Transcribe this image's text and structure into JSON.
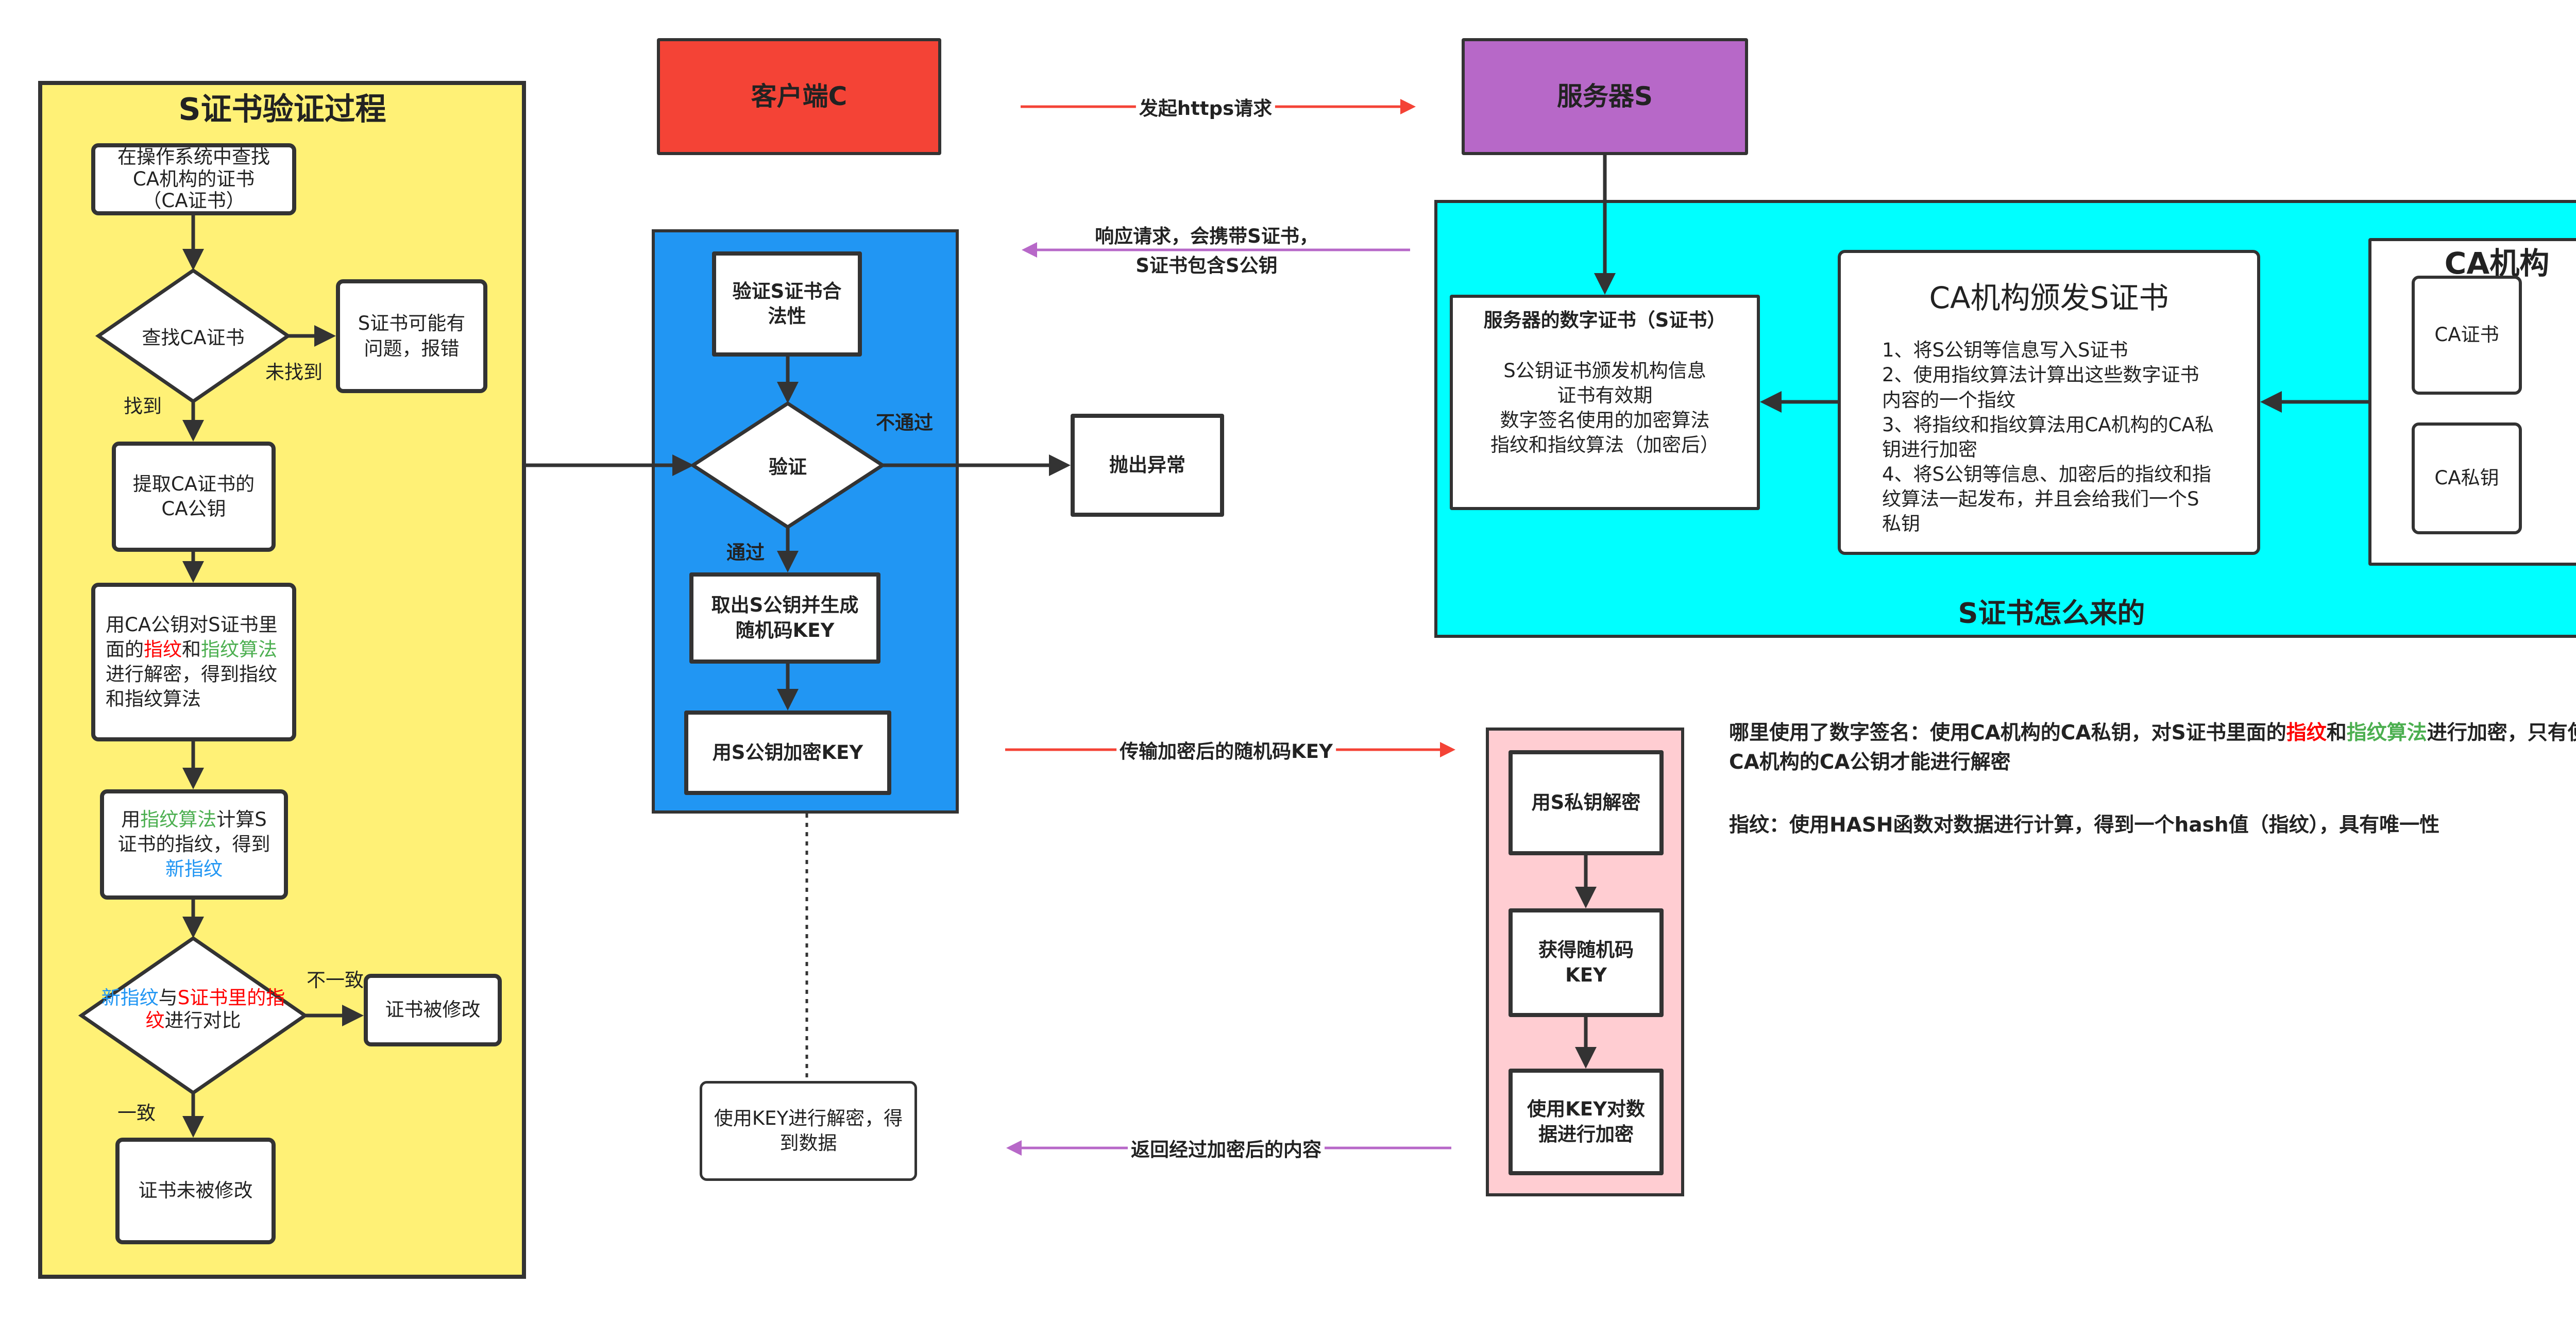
{
  "colors": {
    "verify_panel": "#FFF176",
    "client": "#F44336",
    "server": "#B768C8",
    "client_panel": "#2196F3",
    "ca_panel": "#00FFFF",
    "server_panel": "#FFCDD2",
    "red_arrow": "#F44336",
    "purple_arrow": "#B768C8",
    "highlight_red": "#FF0000",
    "highlight_green": "#4CAF50",
    "highlight_blue": "#2196F3"
  },
  "verify": {
    "title": "S证书验证过程",
    "find_ca": "在操作系统中查找CA机构的证书（CA证书）",
    "decision_find": "查找CA证书",
    "not_found_label": "未找到",
    "found_label": "找到",
    "error_box": "S证书可能有问题，报错",
    "extract": "提取CA证书的CA公钥",
    "decrypt": {
      "p1": "用CA公钥对S证书里面的",
      "p2": "指纹",
      "p3": "和",
      "p4": "指纹算法",
      "p5": "进行解密，得到指纹和指纹算法"
    },
    "compute": {
      "p1": "用",
      "p2": "指纹算法",
      "p3": "计算S证书的指纹，得到",
      "p4": "新指纹"
    },
    "compare": {
      "p1": "新指纹",
      "p2": "与",
      "p3": "S证书里的指纹",
      "p4": "进行对比"
    },
    "mismatch_label": "不一致",
    "match_label": "一致",
    "modified": "证书被修改",
    "not_modified": "证书未被修改"
  },
  "client": {
    "title": "客户端C"
  },
  "server": {
    "title": "服务器S"
  },
  "arrows": {
    "request": "发起https请求",
    "response_line1": "响应请求，会携带S证书，",
    "response_line2": "S证书包含S公钥",
    "send_key": "传输加密后的随机码KEY",
    "return": "返回经过加密后的内容"
  },
  "client_flow": {
    "validate": "验证S证书合法性",
    "decision": "验证",
    "fail_label": "不通过",
    "pass_label": "通过",
    "throw": "抛出异常",
    "gen_key": "取出S公钥并生成随机码KEY",
    "encrypt_key": "用S公钥加密KEY",
    "decrypt_data": "使用KEY进行解密，得到数据"
  },
  "ca_panel": {
    "caption": "S证书怎么来的",
    "server_cert": {
      "title": "服务器的数字证书（S证书）",
      "lines": [
        "S公钥证书颁发机构信息",
        "证书有效期",
        "数字签名使用的加密算法",
        "指纹和指纹算法（加密后）"
      ]
    },
    "issue": {
      "title": "CA机构颁发S证书",
      "steps": [
        "1、将S公钥等信息写入S证书",
        "2、使用指纹算法计算出这些数字证书内容的一个指纹",
        "3、将指纹和指纹算法用CA机构的CA私钥进行加密",
        "4、将S公钥等信息、加密后的指纹和指纹算法一起发布，并且会给我们一个S私钥"
      ]
    },
    "ca": {
      "title": "CA机构",
      "cert": "CA证书",
      "private_key": "CA私钥"
    }
  },
  "server_flow": {
    "decrypt": "用S私钥解密",
    "get_key": "获得随机码KEY",
    "encrypt": "使用KEY对数据进行加密"
  },
  "notes": {
    "sig": {
      "p1": "哪里使用了数字签名：使用CA机构的CA私钥，对S证书里面的",
      "p2": "指纹",
      "p3": "和",
      "p4": "指纹算法",
      "p5": "进行加密，只有使用CA机构的CA公钥才能进行解密"
    },
    "fingerprint": "指纹：使用HASH函数对数据进行计算，得到一个hash值（指纹），具有唯一性"
  }
}
